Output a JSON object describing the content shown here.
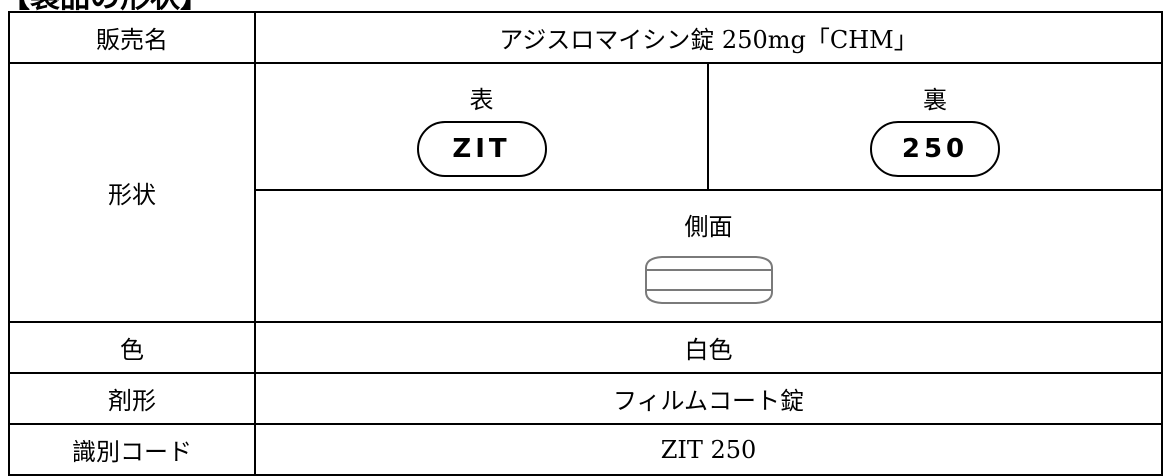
{
  "heading": {
    "text": "【製品の形状】"
  },
  "table": {
    "name_label": "販売名",
    "name_value": "アジスロマイシン錠 250mg「CHM」",
    "shape_label": "形状",
    "front_label": "表",
    "front_marking": "ZIT",
    "back_label": "裏",
    "back_marking": "250",
    "side_label": "側面",
    "color_label": "色",
    "color_value": "白色",
    "form_label": "剤形",
    "form_value": "フィルムコート錠",
    "code_label": "識別コード",
    "code_value": "ZIT 250"
  },
  "icons": {
    "tablet_front": "tablet-outline-icon",
    "tablet_side": "tablet-side-view-icon"
  }
}
